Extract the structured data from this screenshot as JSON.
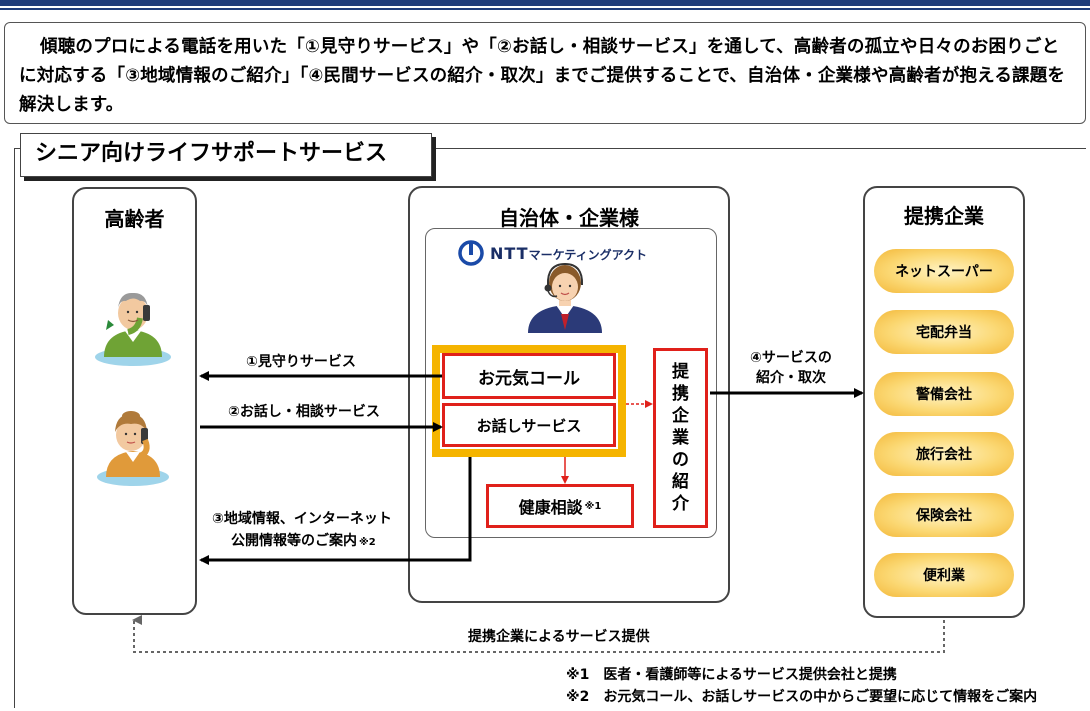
{
  "intro": {
    "text": "傾聴のプロによる電話を用いた「①見守りサービス」や「②お話し・相談サービス」を通して、高齢者の孤立や日々のお困りごとに対応する「③地域情報のご紹介」「④民間サービスの紹介・取次」までご提供することで、自治体・企業様や高齢者が抱える課題を解決します。"
  },
  "section_title": "シニア向けライフサポートサービス",
  "panels": {
    "elderly": {
      "title": "高齢者"
    },
    "municipality": {
      "title": "自治体・企業様"
    },
    "partners": {
      "title": "提携企業"
    }
  },
  "logo": {
    "mark": "NTT",
    "text": "マーケティングアクト"
  },
  "services": {
    "genki_call": "お元気コール",
    "ohanashi": "お話しサービス",
    "health": "健康相談",
    "health_note_mark": "※1",
    "intro_vertical": [
      "提",
      "携",
      "企",
      "業",
      "の",
      "紹",
      "介"
    ]
  },
  "arrows": {
    "mimamori": "①見守りサービス",
    "ohanashi_soudan": "②お話し・相談サービス",
    "chiiki_line1": "③地域情報、インターネット",
    "chiiki_line2": "公開情報等のご案内",
    "chiiki_note_mark": "※2",
    "service_intro_line1": "④サービスの",
    "service_intro_line2": "紹介・取次",
    "partner_service": "提携企業によるサービス提供"
  },
  "partners": [
    "ネットスーパー",
    "宅配弁当",
    "警備会社",
    "旅行会社",
    "保険会社",
    "便利業"
  ],
  "notes": {
    "note1": "※1　医者・看護師等によるサービス提供会社と提携",
    "note2": "※2　お元気コール、お話しサービスの中からご要望に応じて情報をご案内"
  },
  "colors": {
    "navy": "#1f3c7a",
    "red": "#e0201a",
    "orange": "#f5b400",
    "pill": "#fbd873"
  },
  "icons": [
    "elderly-man-phone-icon",
    "elderly-woman-phone-icon",
    "operator-headset-icon",
    "ntt-logo-icon"
  ]
}
